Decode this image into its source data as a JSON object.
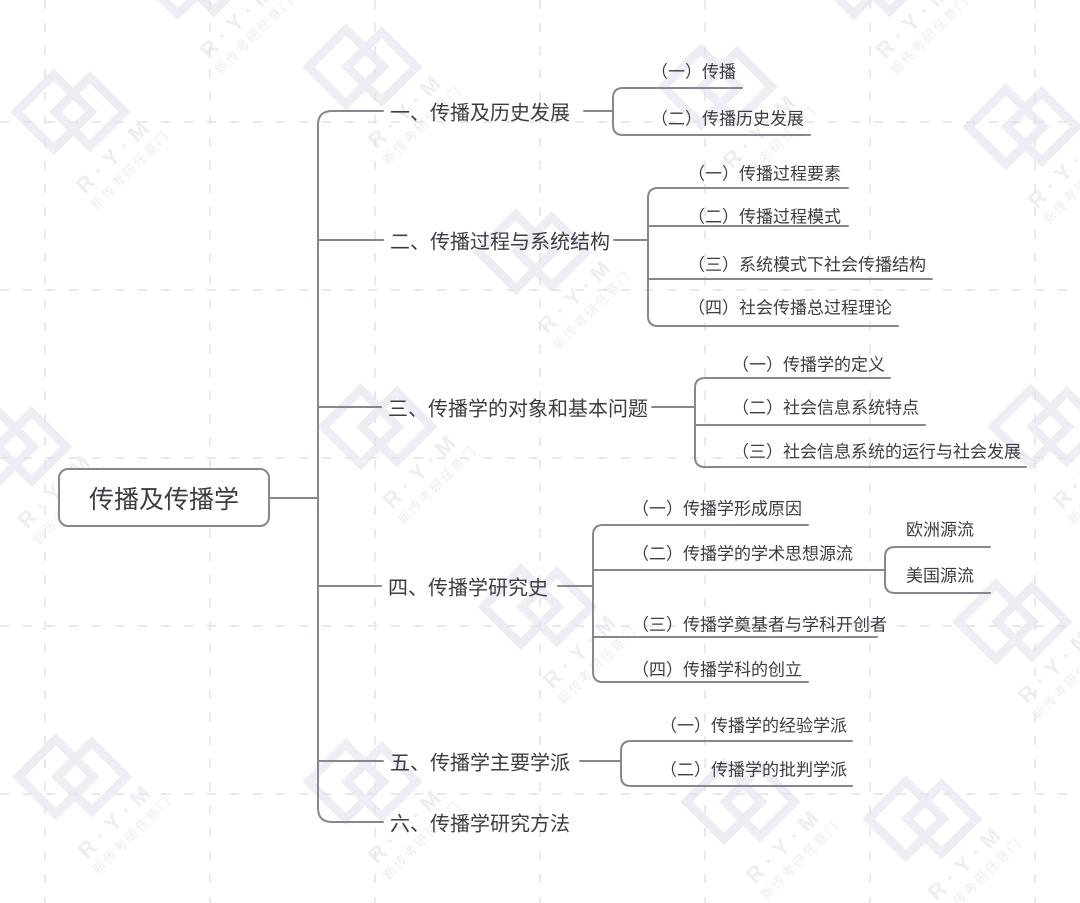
{
  "root": {
    "label": "传播及传播学"
  },
  "branches": [
    {
      "label": "一、传播及历史发展",
      "children": [
        {
          "label": "（一）传播"
        },
        {
          "label": "（二）传播历史发展"
        }
      ]
    },
    {
      "label": "二、传播过程与系统结构",
      "children": [
        {
          "label": "（一）传播过程要素"
        },
        {
          "label": "（二）传播过程模式"
        },
        {
          "label": "（三）系统模式下社会传播结构"
        },
        {
          "label": "（四）社会传播总过程理论"
        }
      ]
    },
    {
      "label": "三、传播学的对象和基本问题",
      "children": [
        {
          "label": "（一）传播学的定义"
        },
        {
          "label": "（二）社会信息系统特点"
        },
        {
          "label": "（三）社会信息系统的运行与社会发展"
        }
      ]
    },
    {
      "label": "四、传播学研究史",
      "children": [
        {
          "label": "（一）传播学形成原因"
        },
        {
          "label": "（二）传播学的学术思想源流",
          "children": [
            {
              "label": "欧洲源流"
            },
            {
              "label": "美国源流"
            }
          ]
        },
        {
          "label": "（三）传播学奠基者与学科开创者"
        },
        {
          "label": "（四）传播学科的创立"
        }
      ]
    },
    {
      "label": "五、传播学主要学派",
      "children": [
        {
          "label": "（一）传播学的经验学派"
        },
        {
          "label": "（二）传播学的批判学派"
        }
      ]
    },
    {
      "label": "六、传播学研究方法",
      "children": []
    }
  ],
  "watermark": {
    "brand": "R·Y·M",
    "tagline": "新传考研任意门"
  },
  "colors": {
    "line": "#87878f",
    "text": "#3c3c42",
    "watermark": "#ededf3",
    "grid": "#e2e2ea",
    "background": "#ffffff"
  }
}
